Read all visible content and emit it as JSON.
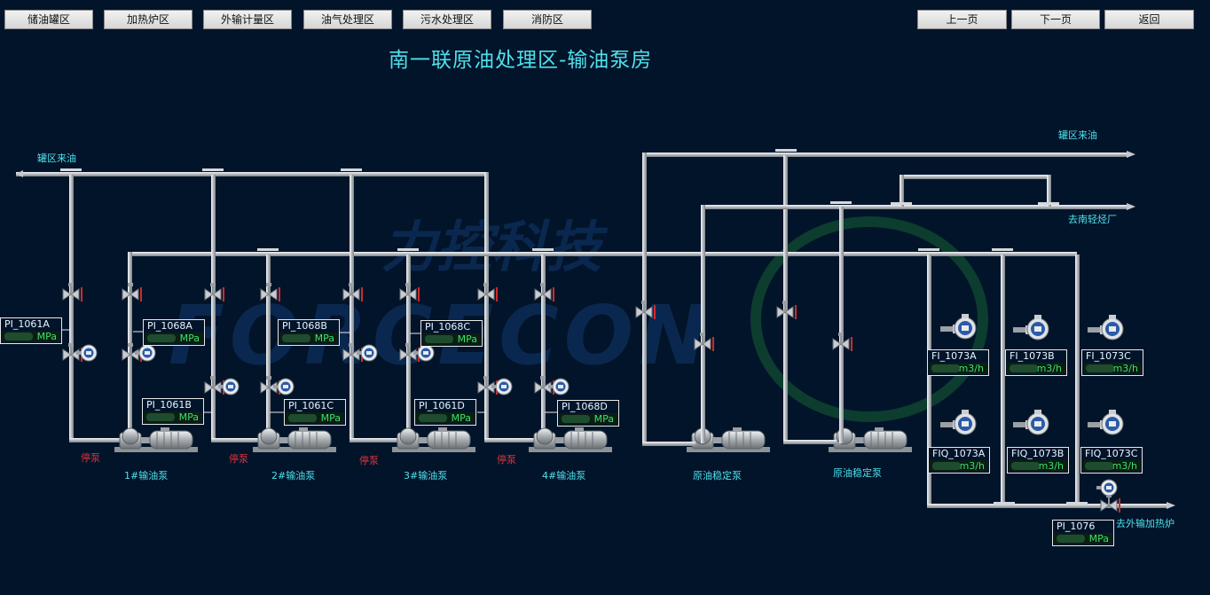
{
  "nav": {
    "left": [
      "储油罐区",
      "加热炉区",
      "外输计量区",
      "油气处理区",
      "污水处理区",
      "消防区"
    ],
    "right": [
      "上一页",
      "下一页",
      "返回"
    ]
  },
  "page_title": "南一联原油处理区-输油泵房",
  "pipe_labels": {
    "tank_incoming_left": "罐区来油",
    "tank_incoming_right": "罐区来油",
    "to_nanqing": "去南轻烃厂",
    "to_heater": "去外输加热炉"
  },
  "pumps": [
    {
      "name": "1#输油泵",
      "status": "停泵"
    },
    {
      "name": "2#输油泵",
      "status": "停泵"
    },
    {
      "name": "3#输油泵",
      "status": "停泵"
    },
    {
      "name": "4#输油泵",
      "status": "停泵"
    },
    {
      "name": "原油稳定泵",
      "status": ""
    },
    {
      "name": "原油稳定泵",
      "status": ""
    }
  ],
  "tags": [
    {
      "tag": "PI_1061A",
      "unit": "MPa"
    },
    {
      "tag": "PI_1068A",
      "unit": "MPa"
    },
    {
      "tag": "PI_1068B",
      "unit": "MPa"
    },
    {
      "tag": "PI_1068C",
      "unit": "MPa"
    },
    {
      "tag": "PI_1061B",
      "unit": "MPa"
    },
    {
      "tag": "PI_1061C",
      "unit": "MPa"
    },
    {
      "tag": "PI_1061D",
      "unit": "MPa"
    },
    {
      "tag": "PI_1068D",
      "unit": "MPa"
    },
    {
      "tag": "FI_1073A",
      "unit": "m3/h"
    },
    {
      "tag": "FI_1073B",
      "unit": "m3/h"
    },
    {
      "tag": "FI_1073C",
      "unit": "m3/h"
    },
    {
      "tag": "FIQ_1073A",
      "unit": "m3/h"
    },
    {
      "tag": "FIQ_1073B",
      "unit": "m3/h"
    },
    {
      "tag": "FIQ_1073C",
      "unit": "m3/h"
    },
    {
      "tag": "PI_1076",
      "unit": "MPa"
    }
  ],
  "colors": {
    "background": "#02142a",
    "accent_text": "#4fe0ea",
    "stop_text": "#e0323a",
    "value_text": "#3ee06a",
    "pipe": "#c4c8cc"
  }
}
